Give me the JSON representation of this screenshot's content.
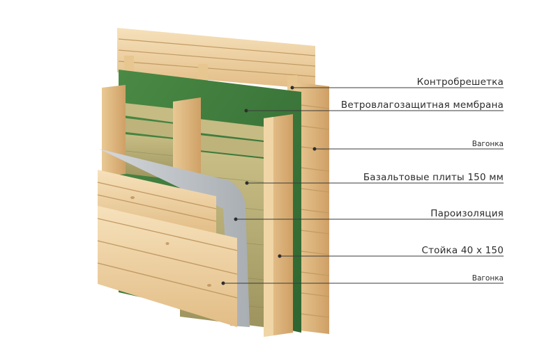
{
  "labels": {
    "counter_batten": "Контробрешетка",
    "wind_membrane": "Ветровлагозащитная мембрана",
    "cladding_outer": "Вагонка",
    "basalt_slabs": "Базальтовые плиты 150 мм",
    "vapor_barrier": "Пароизоляция",
    "stud": "Стойка 40 х 150",
    "cladding_inner": "Вагонка"
  },
  "colors": {
    "wood_light": "#f2d9ae",
    "wood_mid": "#e6c38e",
    "wood_dark": "#c99a5c",
    "membrane_green": "#3e7a3a",
    "insulation": "#b9b07a",
    "insulation_dark": "#8f8654",
    "vapor_grey": "#c4c8cc",
    "line": "#3a3a3a"
  }
}
